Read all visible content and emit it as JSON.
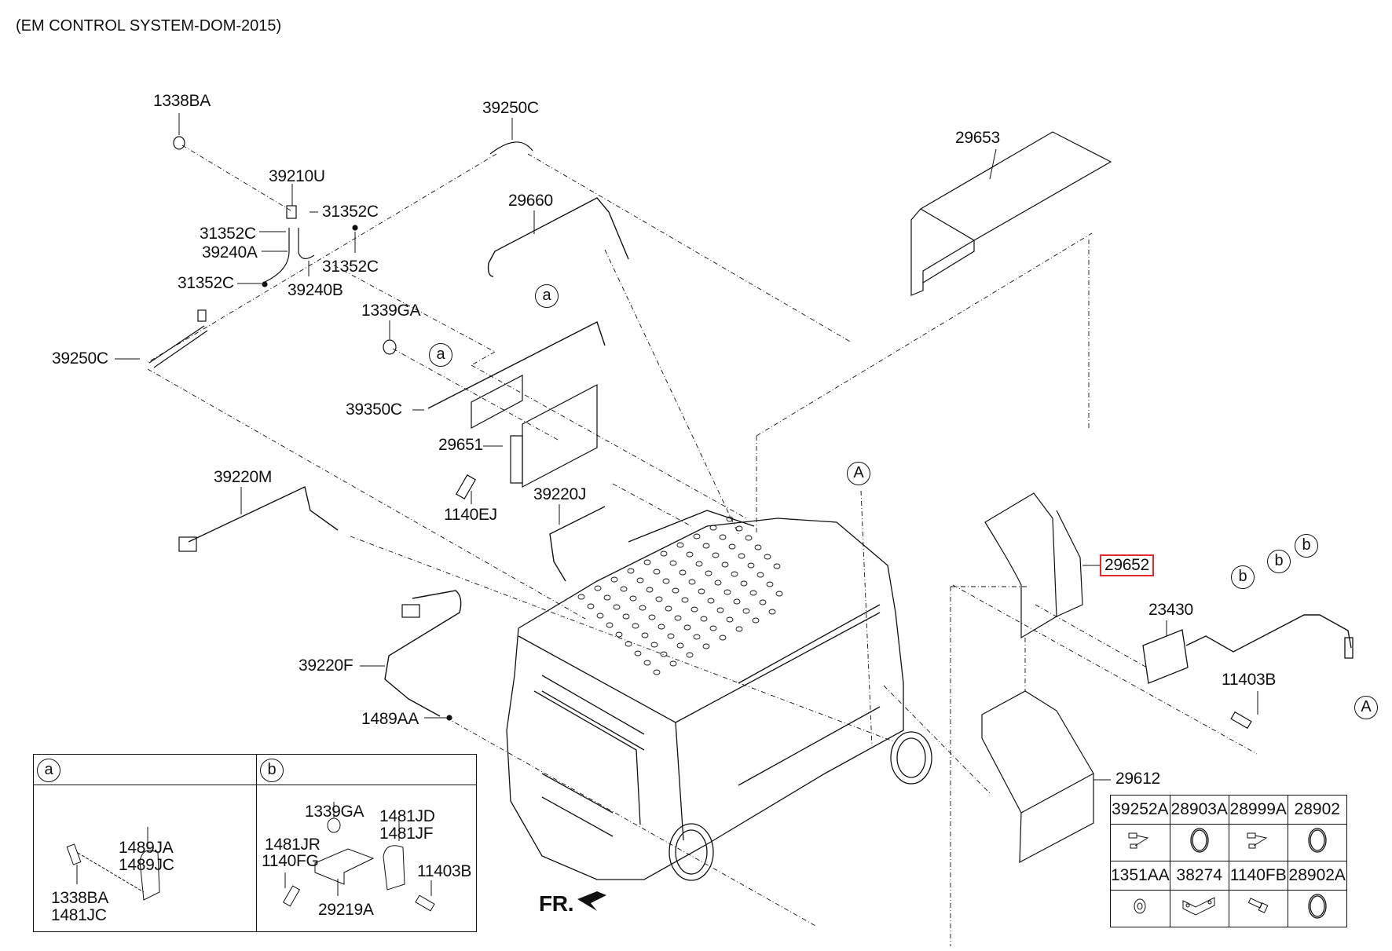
{
  "title": "(EM CONTROL SYSTEM-DOM-2015)",
  "highlight_color": "#e0282d",
  "front_marker": "FR.",
  "callouts": {
    "c1338BA_top": "1338BA",
    "c39250C_top": "39250C",
    "c29653": "29653",
    "c39210U": "39210U",
    "c31352C_1": "31352C",
    "c31352C_2": "31352C",
    "c39240A": "39240A",
    "c31352C_3": "31352C",
    "c31352C_4": "31352C",
    "c39240B": "39240B",
    "c29660": "29660",
    "c1339GA": "1339GA",
    "c39250C_left": "39250C",
    "c39350C": "39350C",
    "c29651": "29651",
    "c1140EJ": "1140EJ",
    "c39220M": "39220M",
    "c39220J": "39220J",
    "c39220F": "39220F",
    "c1489AA": "1489AA",
    "c29652": "29652",
    "c23430": "23430",
    "c11403B": "11403B",
    "c29612": "29612"
  },
  "ref_markers": {
    "a1": "a",
    "a2": "a",
    "b1": "b",
    "b2": "b",
    "b3": "b",
    "A1": "A",
    "A2": "A"
  },
  "legend": {
    "a": {
      "marker": "a",
      "labels": [
        "1489JA",
        "1489JC",
        "1338BA",
        "1481JC"
      ]
    },
    "b": {
      "marker": "b",
      "labels": [
        "1339GA",
        "1481JD",
        "1481JF",
        "1481JR",
        "1140FG",
        "11403B",
        "29219A"
      ]
    }
  },
  "parts_table": {
    "rows": [
      {
        "codes": [
          "39252A",
          "28903A",
          "28999A",
          "28902"
        ],
        "icons": [
          "sensor-tube-icon",
          "o-ring-icon",
          "sensor-tube-icon",
          "o-ring-icon"
        ]
      },
      {
        "codes": [
          "1351AA",
          "38274",
          "1140FB",
          "28902A"
        ],
        "icons": [
          "nut-icon",
          "bracket-icon",
          "bolt-icon",
          "o-ring-icon"
        ]
      }
    ]
  }
}
